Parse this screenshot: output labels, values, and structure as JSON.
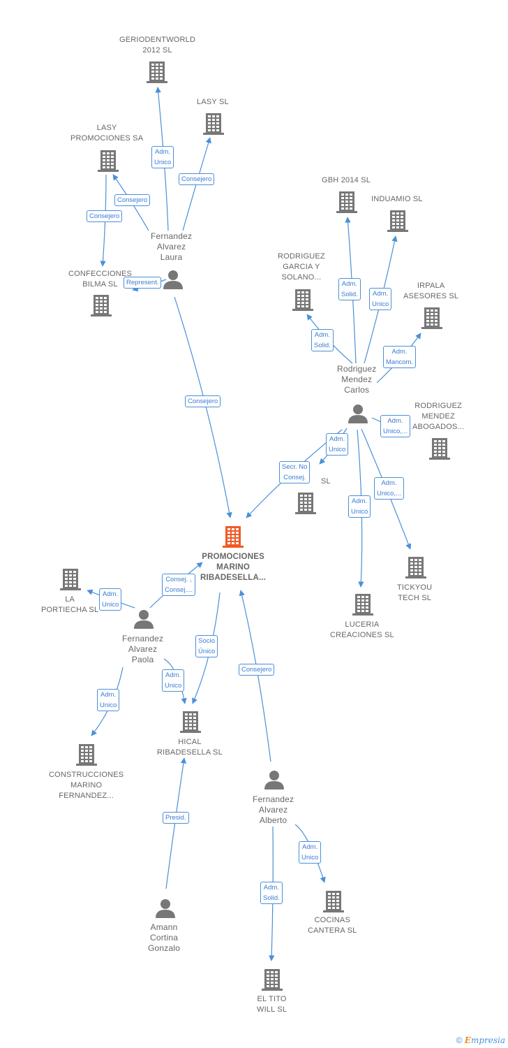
{
  "colors": {
    "edge": "#4a8fd9",
    "company": "#777777",
    "main_company": "#f05a28",
    "person": "#777777"
  },
  "nodes": [
    {
      "id": "promociones",
      "type": "company",
      "main": true,
      "lines": [
        "PROMOCIONES",
        "MARINO",
        "RIBADESELLA..."
      ]
    },
    {
      "id": "geriodentworld",
      "type": "company",
      "lines": [
        "GERIODENTWORLD",
        "2012 SL"
      ]
    },
    {
      "id": "lasy",
      "type": "company",
      "lines": [
        "LASY SL"
      ]
    },
    {
      "id": "lasy_promociones",
      "type": "company",
      "lines": [
        "LASY",
        "PROMOCIONES SA"
      ]
    },
    {
      "id": "confecciones",
      "type": "company",
      "lines": [
        "CONFECCIONES",
        "BILMA SL"
      ]
    },
    {
      "id": "fa_laura",
      "type": "person",
      "lines": [
        "Fernandez",
        "Alvarez",
        "Laura"
      ]
    },
    {
      "id": "gbh",
      "type": "company",
      "lines": [
        "GBH 2014  SL"
      ]
    },
    {
      "id": "induamio",
      "type": "company",
      "lines": [
        "INDUAMIO SL"
      ]
    },
    {
      "id": "rgs",
      "type": "company",
      "lines": [
        "RODRIGUEZ",
        "GARCIA Y",
        "SOLANO..."
      ]
    },
    {
      "id": "irpala",
      "type": "company",
      "lines": [
        "IRPALA",
        "ASESORES  SL"
      ]
    },
    {
      "id": "rm_carlos",
      "type": "person",
      "lines": [
        "Rodriguez",
        "Mendez",
        "Carlos"
      ]
    },
    {
      "id": "rma",
      "type": "company",
      "lines": [
        "RODRIGUEZ",
        "MENDEZ",
        "ABOGADOS..."
      ]
    },
    {
      "id": "unk_sl",
      "type": "company",
      "lines": [
        "SL"
      ]
    },
    {
      "id": "luceria",
      "type": "company",
      "lines": [
        "LUCERIA",
        "CREACIONES SL"
      ]
    },
    {
      "id": "tickyou",
      "type": "company",
      "lines": [
        "TICKYOU",
        "TECH  SL"
      ]
    },
    {
      "id": "portiecha",
      "type": "company",
      "lines": [
        "LA",
        "PORTIECHA SL"
      ]
    },
    {
      "id": "fa_paola",
      "type": "person",
      "lines": [
        "Fernandez",
        "Alvarez",
        "Paola"
      ]
    },
    {
      "id": "construcciones",
      "type": "company",
      "lines": [
        "CONSTRUCCIONES",
        "MARINO",
        "FERNANDEZ..."
      ]
    },
    {
      "id": "hical",
      "type": "company",
      "lines": [
        "HICAL",
        "RIBADESELLA SL"
      ]
    },
    {
      "id": "fa_alberto",
      "type": "person",
      "lines": [
        "Fernandez",
        "Alvarez",
        "Alberto"
      ]
    },
    {
      "id": "amann",
      "type": "person",
      "lines": [
        "Amann",
        "Cortina",
        "Gonzalo"
      ]
    },
    {
      "id": "cocinas",
      "type": "company",
      "lines": [
        "COCINAS",
        "CANTERA  SL"
      ]
    },
    {
      "id": "eltito",
      "type": "company",
      "lines": [
        "EL TITO",
        "WILL  SL"
      ]
    }
  ],
  "edges": [
    {
      "from": "fa_laura",
      "to": "geriodentworld",
      "label": [
        "Adm.",
        "Unico"
      ]
    },
    {
      "from": "fa_laura",
      "to": "lasy",
      "label": [
        "Consejero"
      ]
    },
    {
      "from": "fa_laura",
      "to": "lasy_promociones",
      "label": [
        "Consejero"
      ]
    },
    {
      "from": "lasy_promociones",
      "to": "confecciones",
      "label": [
        "Consejero"
      ]
    },
    {
      "from": "fa_laura",
      "to": "confecciones",
      "label": [
        "Represent."
      ]
    },
    {
      "from": "fa_laura",
      "to": "promociones",
      "label": [
        "Consejero"
      ]
    },
    {
      "from": "rm_carlos",
      "to": "gbh",
      "label": [
        "Adm.",
        "Solid."
      ]
    },
    {
      "from": "rm_carlos",
      "to": "induamio",
      "label": [
        "Adm.",
        "Unico"
      ]
    },
    {
      "from": "rm_carlos",
      "to": "rgs",
      "label": [
        "Adm.",
        "Solid."
      ]
    },
    {
      "from": "rm_carlos",
      "to": "irpala",
      "label": [
        "Adm.",
        "Mancom."
      ]
    },
    {
      "from": "rm_carlos",
      "to": "rma",
      "label": [
        "Adm.",
        "Unico,..."
      ]
    },
    {
      "from": "rm_carlos",
      "to": "unk_sl",
      "label": [
        "Adm.",
        "Unico"
      ]
    },
    {
      "from": "rm_carlos",
      "to": "promociones",
      "label": [
        "Secr.  No",
        "Consej."
      ]
    },
    {
      "from": "rm_carlos",
      "to": "luceria",
      "label": [
        "Adm.",
        "Unico"
      ]
    },
    {
      "from": "rm_carlos",
      "to": "tickyou",
      "label": [
        "Adm.",
        "Unico,..."
      ]
    },
    {
      "from": "fa_paola",
      "to": "portiecha",
      "label": [
        "Adm.",
        "Unico"
      ]
    },
    {
      "from": "fa_paola",
      "to": "promociones",
      "label": [
        "Consej. ,",
        "Consej...."
      ]
    },
    {
      "from": "fa_paola",
      "to": "construcciones",
      "label": [
        "Adm.",
        "Unico"
      ]
    },
    {
      "from": "fa_paola",
      "to": "hical",
      "label": [
        "Adm.",
        "Unico"
      ]
    },
    {
      "from": "promociones",
      "to": "hical",
      "label": [
        "Socio",
        "Único"
      ]
    },
    {
      "from": "fa_alberto",
      "to": "promociones",
      "label": [
        "Consejero"
      ]
    },
    {
      "from": "amann",
      "to": "hical",
      "label": [
        "Presid."
      ]
    },
    {
      "from": "fa_alberto",
      "to": "cocinas",
      "label": [
        "Adm.",
        "Unico"
      ]
    },
    {
      "from": "fa_alberto",
      "to": "eltito",
      "label": [
        "Adm.",
        "Solid."
      ]
    }
  ],
  "footer": {
    "copyright": "©",
    "brand_initial": "E",
    "brand_rest": "mpresia"
  }
}
